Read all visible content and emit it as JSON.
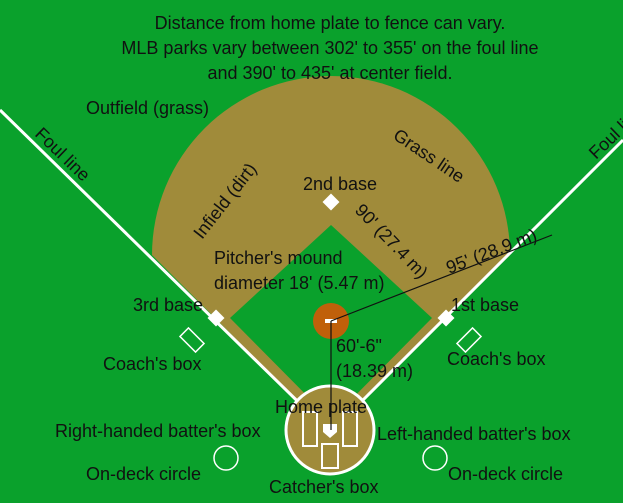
{
  "header": {
    "lines": [
      "Distance from home plate to fence can vary.",
      "MLB parks vary between 302' to 355' on the foul line",
      "and 390' to 435' at center field."
    ]
  },
  "labels": {
    "outfield": "Outfield (grass)",
    "foul_line_left": "Foul line",
    "foul_line_right": "Foul line",
    "grass_line": "Grass line",
    "infield": "Infield (dirt)",
    "second_base": "2nd base",
    "third_base": "3rd base",
    "first_base": "1st base",
    "base_distance": "90' (27.4 m)",
    "pitcher_mound_line1": "Pitcher's mound",
    "pitcher_mound_line2": "diameter 18' (5.47 m)",
    "mound_to_first": "95' (28.9 m)",
    "mound_to_home_line1": "60'-6\"",
    "mound_to_home_line2": "(18.39 m)",
    "coach_box_left": "Coach's box",
    "coach_box_right": "Coach's box",
    "home_plate": "Home plate",
    "right_batter_box": "Right-handed batter's box",
    "left_batter_box": "Left-handed batter's box",
    "on_deck_left": "On-deck circle",
    "on_deck_right": "On-deck circle",
    "catcher_box": "Catcher's box"
  },
  "colors": {
    "grass": "#0aa12c",
    "dirt": "#a08b3a",
    "mound": "#c0600a",
    "lines": "#ffffff",
    "text": "#111111"
  }
}
